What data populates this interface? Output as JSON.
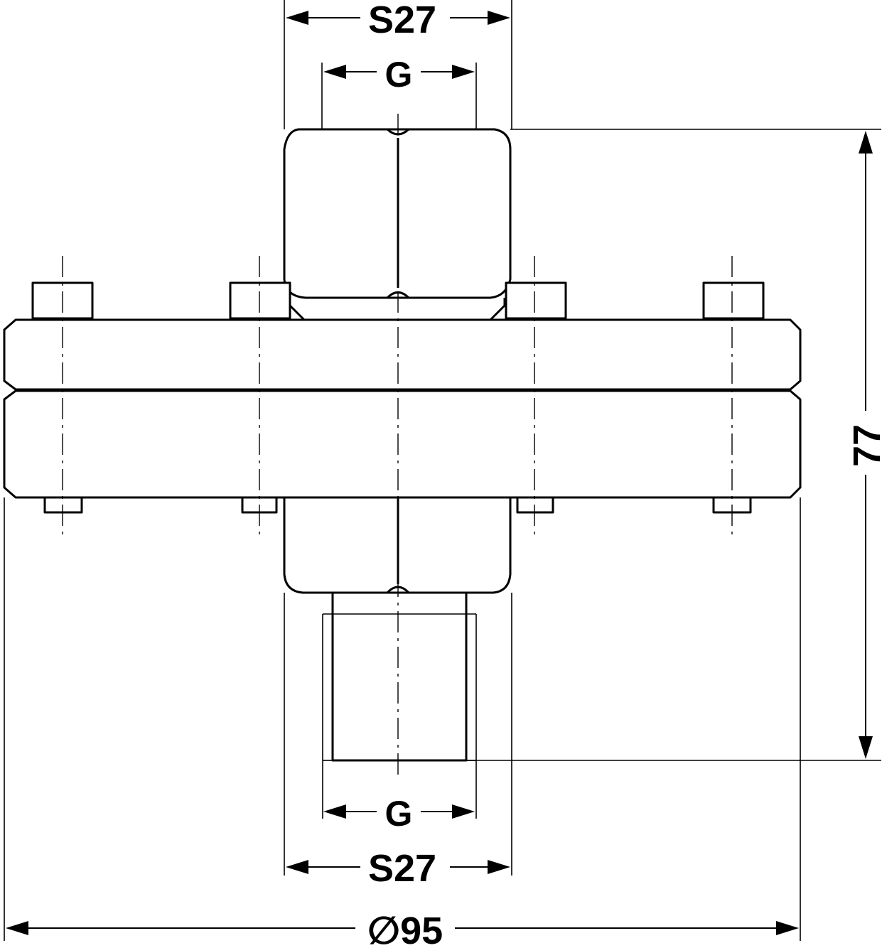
{
  "dimensions": {
    "top_wrench_size": "S27",
    "top_thread": "G",
    "bottom_thread": "G",
    "bottom_wrench_size": "S27",
    "overall_height": "77",
    "flange_diameter": "∅95"
  },
  "colors": {
    "line": "#000000",
    "background": "#ffffff"
  }
}
